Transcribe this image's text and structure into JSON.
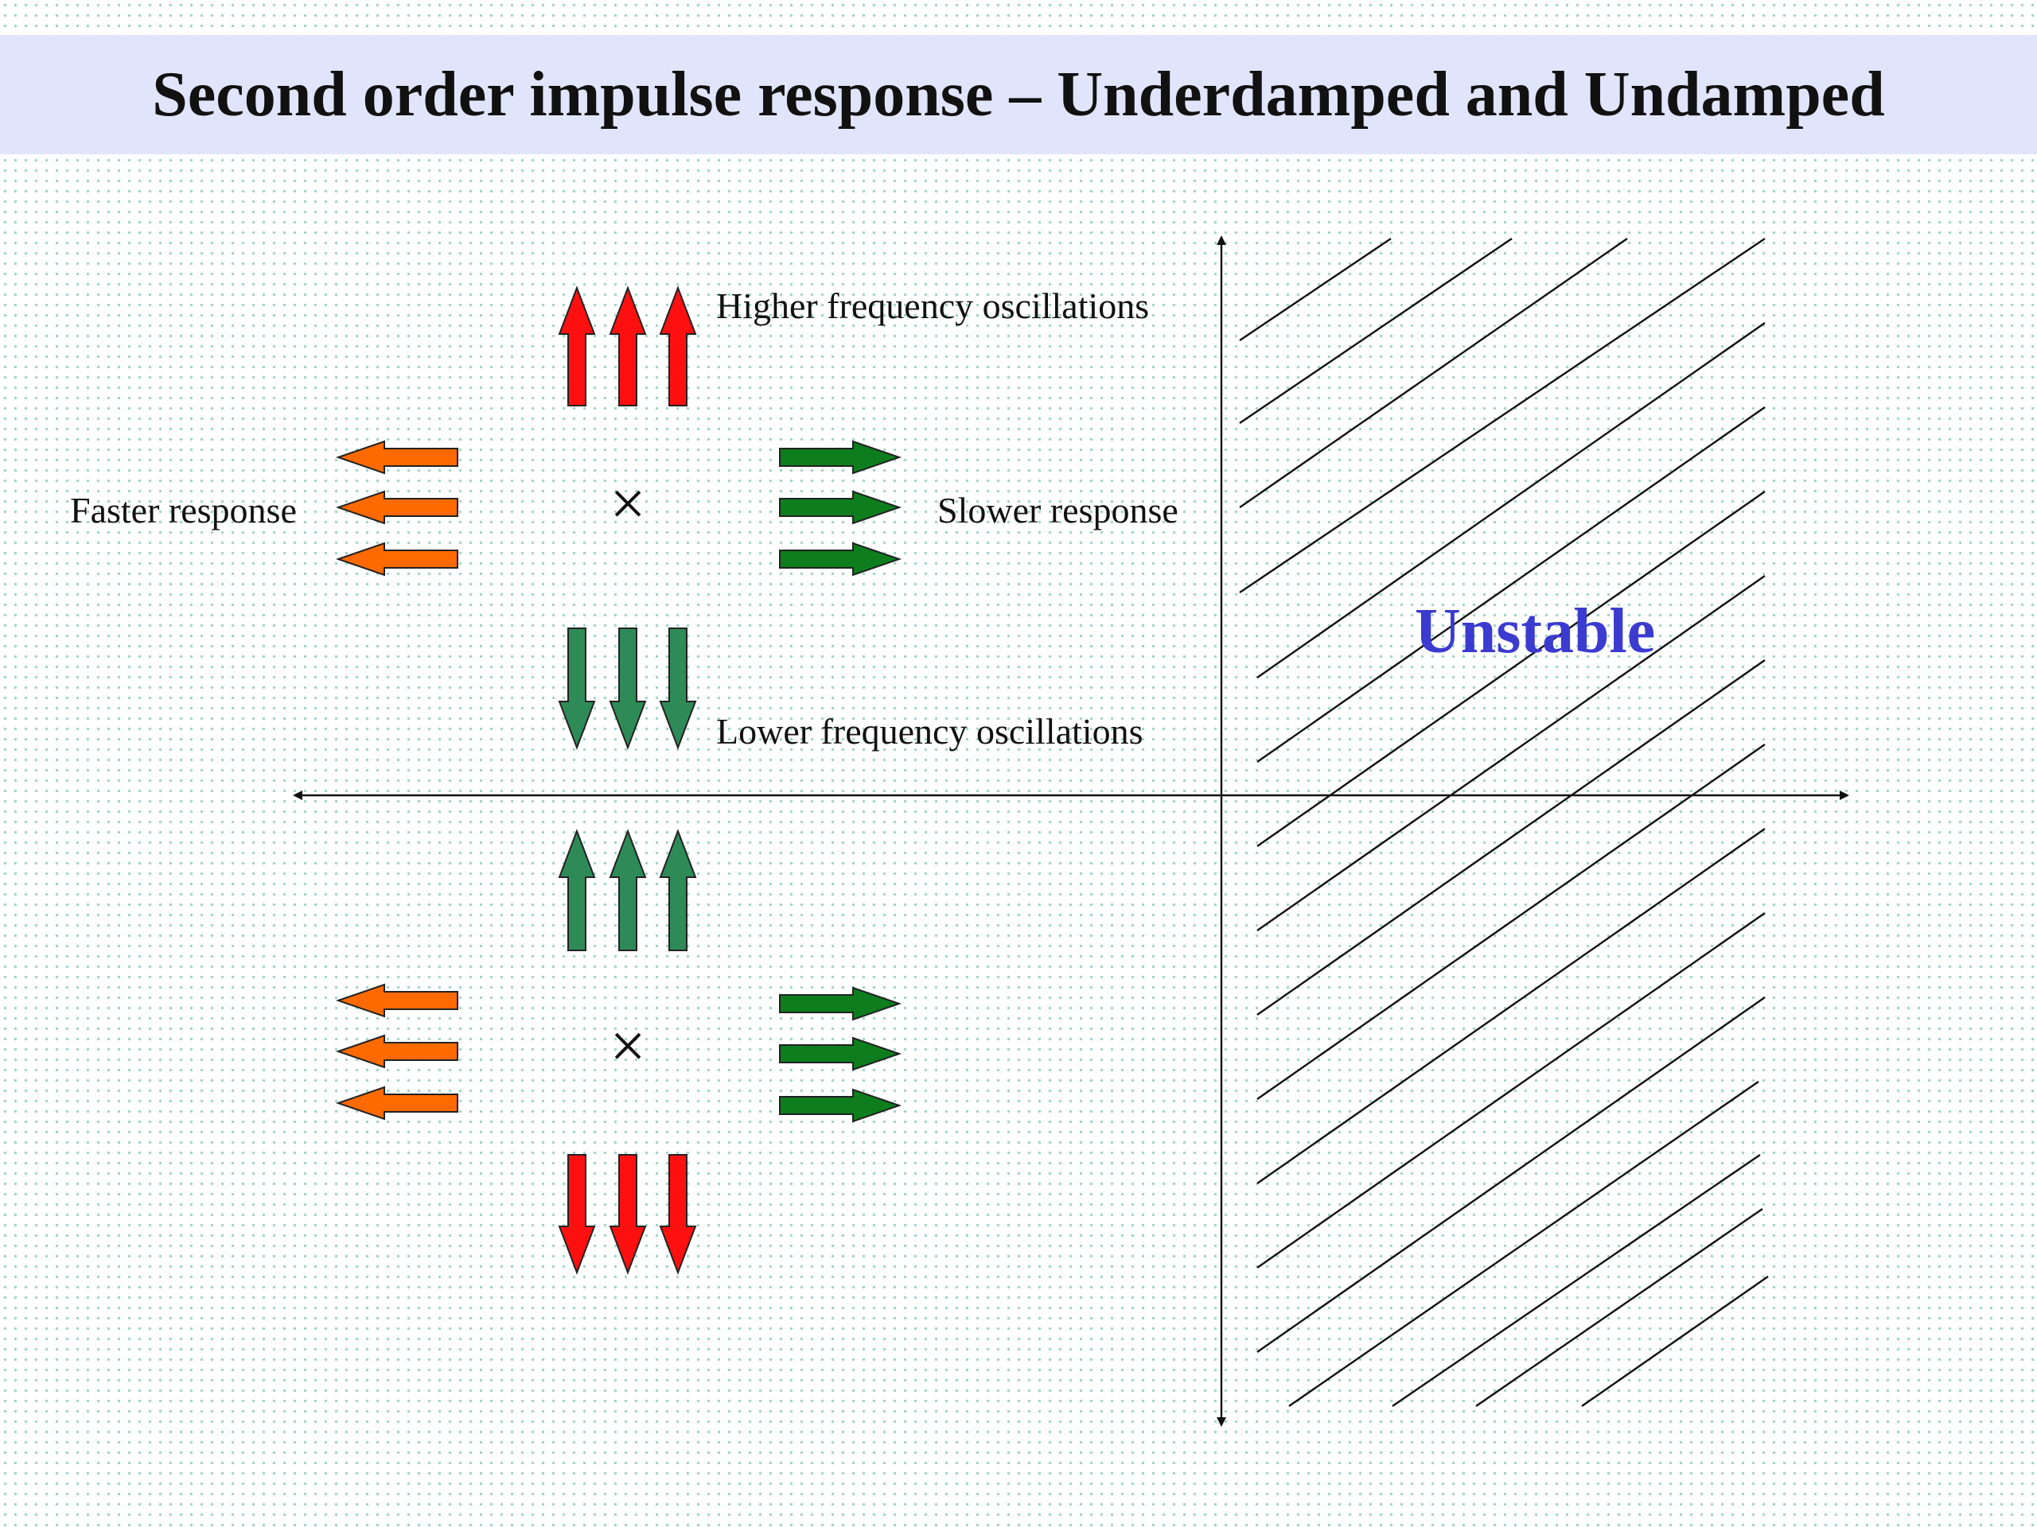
{
  "title": "Second order impulse response – Underdamped and Undamped",
  "labels": {
    "higher": "Higher frequency oscillations",
    "lower": "Lower frequency oscillations",
    "faster": "Faster response",
    "slower": "Slower response",
    "unstable": "Unstable"
  },
  "poles": [
    {
      "name": "upper-pole",
      "symbol": "×"
    },
    {
      "name": "lower-pole",
      "symbol": "×"
    }
  ],
  "colors": {
    "red_arrow": "#ff1010",
    "orange_arrow": "#ff6a00",
    "dark_green_arrow": "#0d7d1e",
    "sea_green_arrow": "#2e8b57",
    "unstable_text": "#3b3bd0",
    "title_bar": "#e1e5fb"
  },
  "icons": [
    "arrow-up-icon",
    "arrow-down-icon",
    "arrow-left-icon",
    "arrow-right-icon",
    "pole-cross-icon"
  ]
}
